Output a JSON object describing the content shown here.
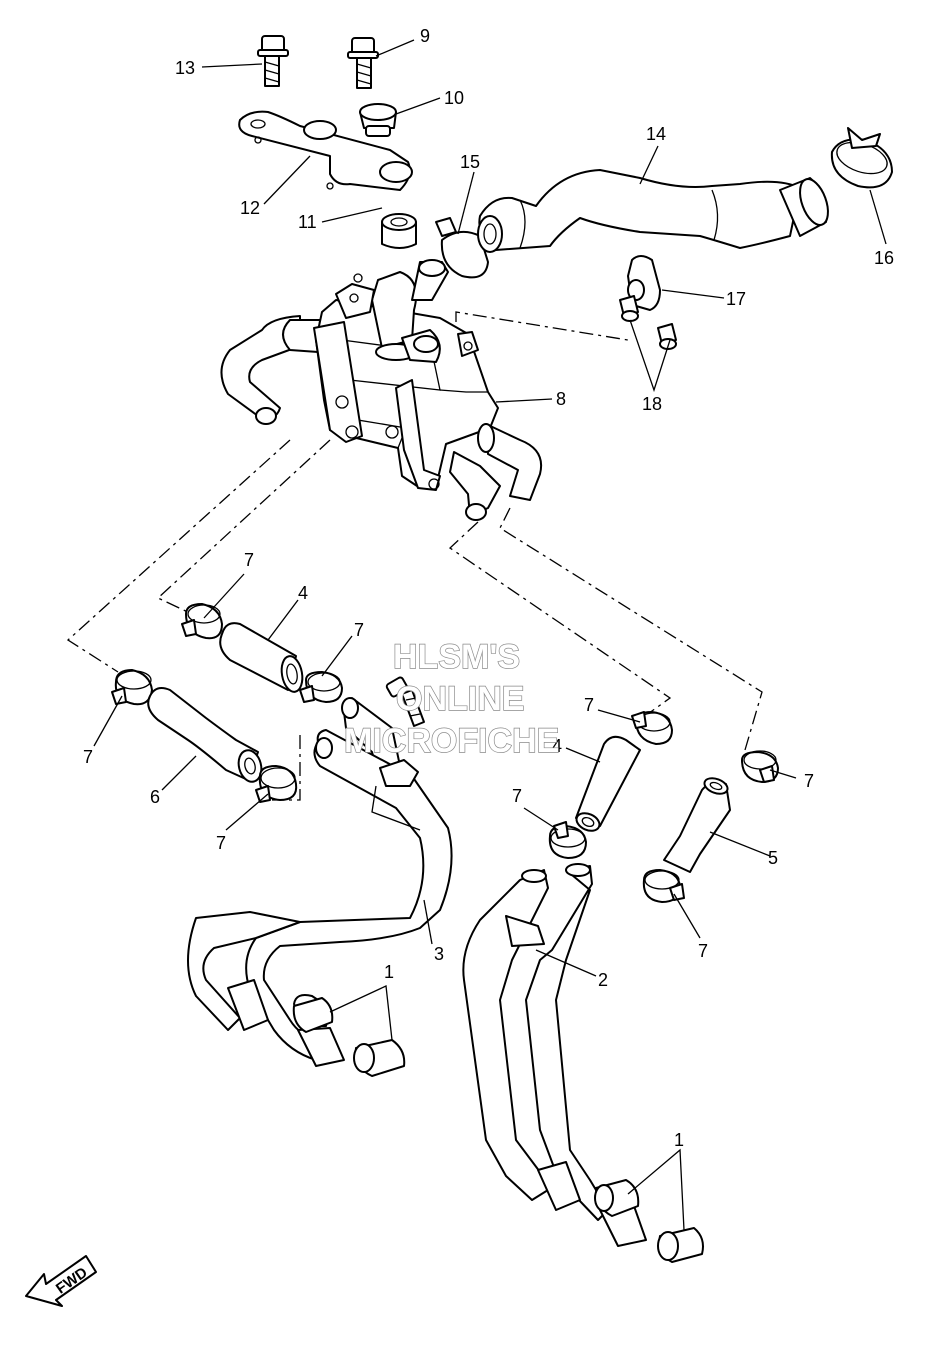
{
  "watermark": {
    "line1": "HLSM'S",
    "line2": "ONLINE",
    "line3": "MICROFICHE",
    "color": "#8a8a8a"
  },
  "fwd_label": "FWD",
  "callouts": {
    "c1a": "1",
    "c1b": "1",
    "c2": "2",
    "c3": "3",
    "c4a": "4",
    "c4b": "4",
    "c5": "5",
    "c6": "6",
    "c7a": "7",
    "c7b": "7",
    "c7c": "7",
    "c7d": "7",
    "c7e": "7",
    "c7f": "7",
    "c7g": "7",
    "c7h": "7",
    "c8": "8",
    "c9": "9",
    "c10": "10",
    "c11": "11",
    "c12": "12",
    "c13": "13",
    "c14": "14",
    "c15": "15",
    "c16": "16",
    "c17": "17",
    "c18": "18"
  }
}
